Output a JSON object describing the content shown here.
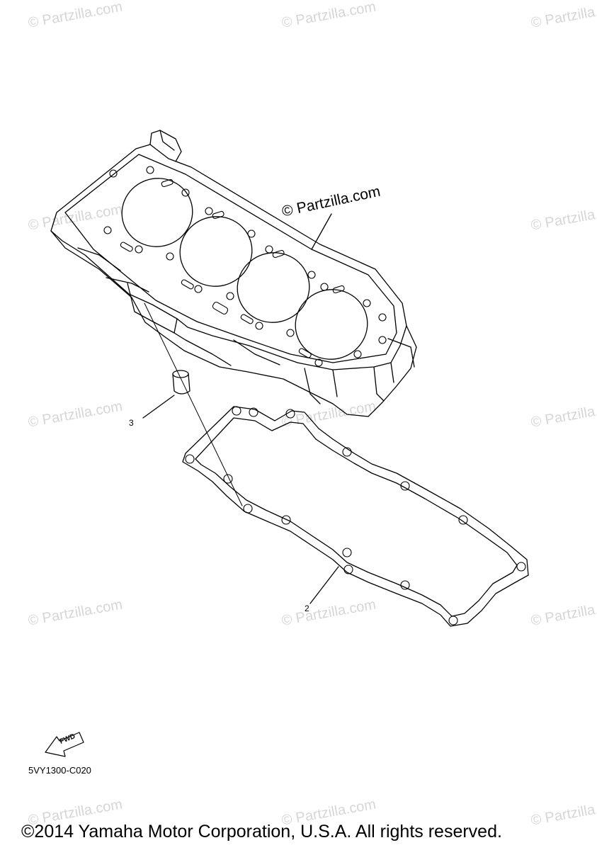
{
  "watermarks": [
    "© Partzilla.com",
    "© Partzilla.com",
    "© Partzilla.com",
    "© Partzilla.com",
    "© Partzilla.com",
    "© Partzilla.com",
    "© Partzilla.com",
    "© Partzilla.com",
    "© Partzilla.com",
    "© Partzilla.com",
    "© Partzilla.com",
    "© Partzilla.com",
    "© Partzilla.com",
    "© Partzilla.com"
  ],
  "brand_label": "© Partzilla.com",
  "callouts": {
    "part_2": "2",
    "part_3": "3"
  },
  "fwd_label": "FWD",
  "diagram_code": "5VY1300-C020",
  "footer": "©2014 Yamaha Motor Corporation, U.S.A. All rights reserved."
}
